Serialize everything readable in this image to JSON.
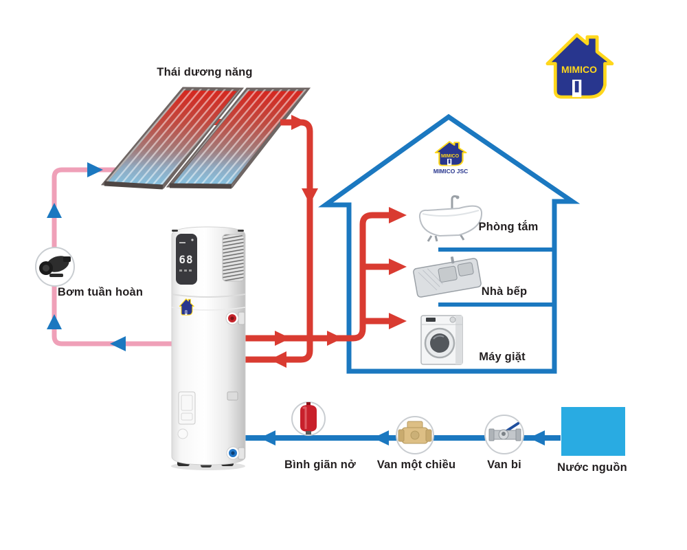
{
  "diagram": {
    "solar": {
      "label": "Thái dương năng"
    },
    "pump": {
      "label": "Bơm tuần hoàn"
    },
    "heater": {
      "display_temperature": "68"
    },
    "house": {
      "brand": {
        "logo_text": "MIMICO",
        "caption": "MIMICO JSC"
      },
      "rooms": [
        {
          "label": "Phòng tắm"
        },
        {
          "label": "Nhà bếp"
        },
        {
          "label": "Máy giặt"
        }
      ]
    },
    "cold_line": {
      "expansion_tank_label": "Bình giãn nở",
      "check_valve_label": "Van một chiều",
      "ball_valve_label": "Van bi",
      "water_source_label": "Nước nguồn"
    },
    "brand_logo": {
      "text": "MIMICO"
    }
  },
  "colors": {
    "hot": "#d93b31",
    "cold": "#1b78c0",
    "loop": "#efa0b8",
    "house": "#1b78c0",
    "source-fill": "#29abe2",
    "logo-blue": "#28368e",
    "logo-yellow": "#ffd71c"
  }
}
